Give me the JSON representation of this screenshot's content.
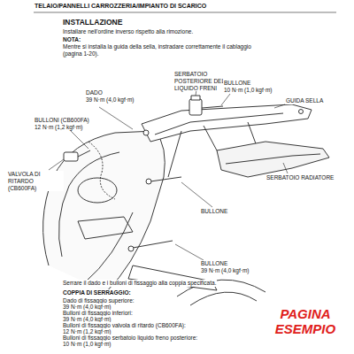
{
  "diagram": {
    "title": "INSTALLAZIONE",
    "labels": [
      "TELAIO/PANNELLI CARROZZERIA/IMPIANTO DI SCARICO",
      "Installare nell'ordine inverso rispetto alla rimozione.",
      "NOTA:",
      "Mentre si installa la guida della sella, instradare correttamente il cablaggio (pagina 1-20).",
      "DADO",
      "39 N·m (4,0 kgf·m)",
      "SERBATOIO POSTERIORE DEL LIQUIDO FRENI",
      "BULLONE",
      "10 N·m (1,0 kgf·m)",
      "GUIDA SELLA",
      "BULLONI (CB600FA)",
      "12 N·m (1,2 kgf·m)",
      "VALVOLA DI RITARDO (CB600FA)",
      "SERBATOIO RADIATORE",
      "BULLONE",
      "BULLONE",
      "39 N·m (4,0 kgf·m)",
      "Serrare il dado e i bulloni di fissaggio alla coppia specificata.",
      "COPPIA DI SERRAGGIO:",
      "Dado di fissaggio superiore:",
      "39 N·m (4,0 kgf·m)",
      "Bulloni di fissaggio inferiori:",
      "39 N·m (4,0 kgf·m)",
      "Bulloni di fissaggio valvola di ritardo (CB600FA):",
      "12 N·m (1,2 kgf·m)",
      "Bulloni di fissaggio serbatoio liquido freno posteriore:",
      "10 N·m (1,0 kgf·m)",
      "PAGINA ESEMPIO"
    ]
  }
}
